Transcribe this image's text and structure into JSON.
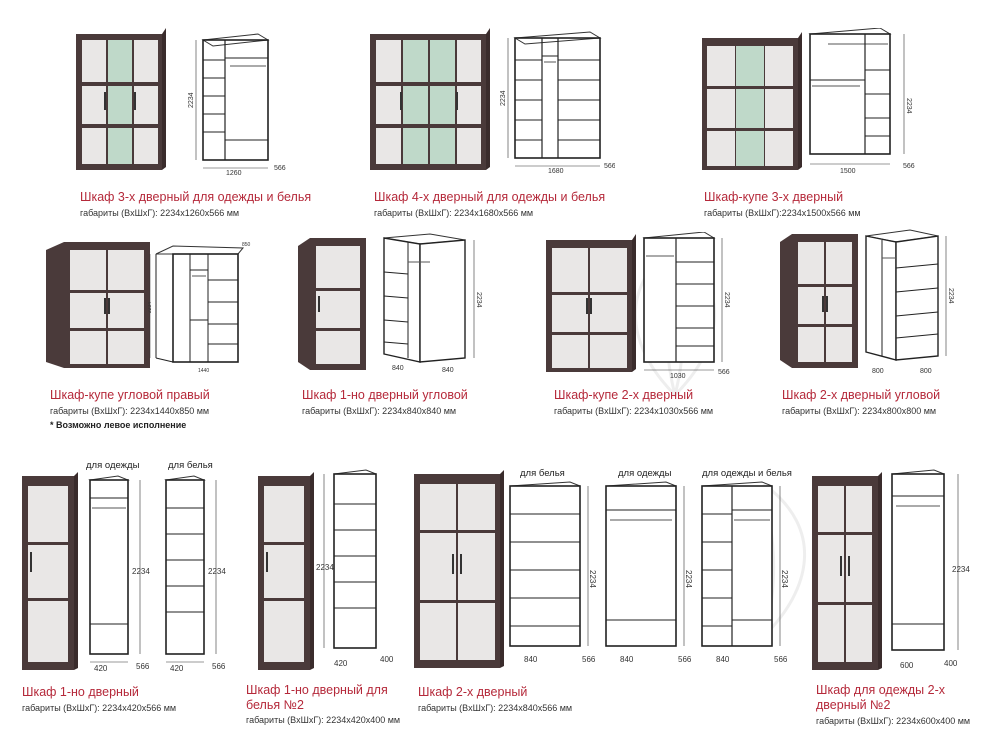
{
  "items": [
    {
      "title": "Шкаф 3-х дверный для одежды и белья",
      "dims": "габариты (ВхШхГ): 2234х1260х566 мм",
      "h": "2234",
      "w": "1260",
      "d": "566"
    },
    {
      "title": "Шкаф 4-х дверный для одежды и белья",
      "dims": "габариты (ВхШхГ): 2234х1680х566 мм",
      "h": "2234",
      "w": "1680",
      "d": "566"
    },
    {
      "title": "Шкаф-купе 3-х дверный",
      "dims": "габариты (ВхШхГ):2234х1500х566 мм",
      "h": "2234",
      "w": "1500",
      "d": "566"
    },
    {
      "title": "Шкаф-купе угловой правый",
      "dims": "габариты (ВхШхГ): 2234х1440х850 мм",
      "h": "2234",
      "w": "1440",
      "d": "850"
    },
    {
      "title": "Шкаф 1-но дверный угловой",
      "dims": "габариты (ВхШхГ): 2234х840х840 мм",
      "h": "2234",
      "w": "840",
      "d": "840"
    },
    {
      "title": "Шкаф-купе 2-х дверный",
      "dims": "габариты (ВхШхГ): 2234х1030х566 мм",
      "h": "2234",
      "w": "1030",
      "d": "566"
    },
    {
      "title": "Шкаф 2-х дверный угловой",
      "dims": "габариты (ВхШхГ): 2234х800х800 мм",
      "h": "2234",
      "w": "800",
      "d": "800"
    },
    {
      "title": "Шкаф 1-но дверный",
      "dims": "габариты (ВхШхГ): 2234х420х566 мм",
      "h": "2234",
      "w": "420",
      "d": "566"
    },
    {
      "title": "Шкаф 1-но дверный для белья №2",
      "dims": "габариты (ВхШхГ): 2234х420х400 мм",
      "h": "2234",
      "w": "420",
      "d": "400"
    },
    {
      "title": "Шкаф 2-х дверный",
      "dims": "габариты (ВхШхГ): 2234х840х566 мм",
      "h": "2234",
      "w": "840",
      "d": "566"
    },
    {
      "title": "Шкаф для одежды 2-х дверный №2",
      "dims": "габариты (ВхШхГ): 2234х600х400 мм",
      "h": "2234",
      "w": "600",
      "d": "400"
    }
  ],
  "note": "* Возможно левое исполнение",
  "captions": {
    "clothes": "для одежды",
    "linen": "для белья",
    "clothes_and_linen": "для одежды и белья"
  },
  "colors": {
    "title": "#b5293a",
    "wood": "#4a3a3a",
    "panel": "#e9e7e6",
    "mirror": "#bfd9c9"
  }
}
